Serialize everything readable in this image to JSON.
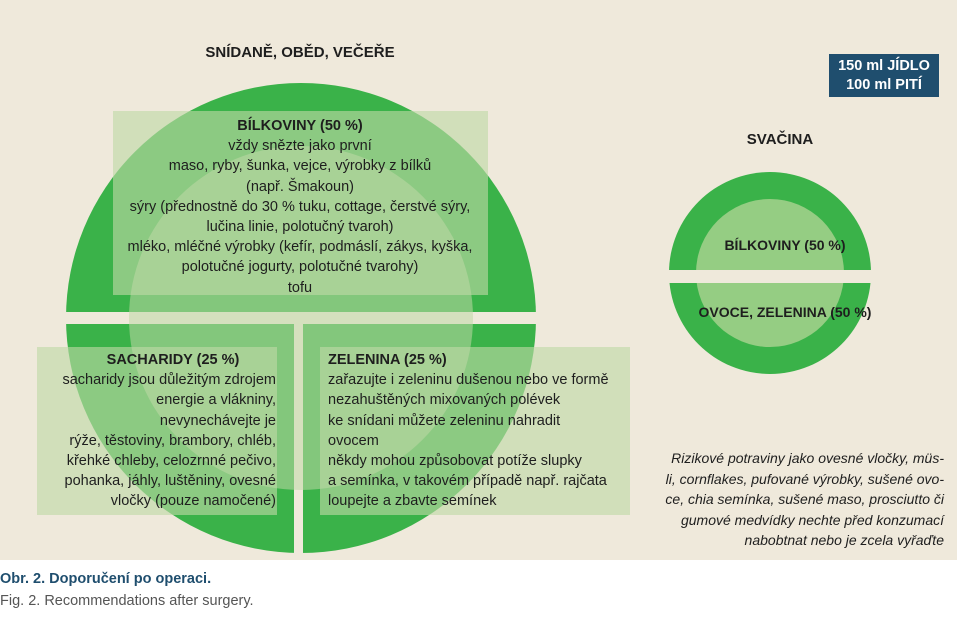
{
  "colors": {
    "panel": "#efe9db",
    "plate_green": "#3ab249",
    "inner_green": "#bfd9a6",
    "snack_inner": "#95cd83",
    "box_navy": "#1f4e6e"
  },
  "main_plate": {
    "title": "SNÍDANĚ, OBĚD, VEČEŘE",
    "protein": {
      "heading": "BÍLKOVINY (50 %)",
      "lines": [
        "vždy snězte jako první",
        "maso, ryby, šunka, vejce, výrobky z bílků",
        "(např. Šmakoun)",
        "sýry (přednostně do 30 % tuku, cottage, čerstvé sýry,",
        "lučina linie, polotučný tvaroh)",
        "mléko, mléčné výrobky (kefír, podmáslí, zákys, kyška,",
        "polotučné jogurty, polotučné tvarohy)",
        "tofu"
      ]
    },
    "carbs": {
      "heading": "SACHARIDY (25 %)",
      "lines": [
        "sacharidy jsou důležitým zdrojem",
        "energie a vlákniny,",
        "nevynechávejte je",
        "rýže, těstoviny, brambory, chléb,",
        "křehké chleby, celozrnné pečivo,",
        "pohanka, jáhly, luštěniny, ovesné",
        "vločky (pouze namočené)"
      ]
    },
    "vegetables": {
      "heading": "ZELENINA (25 %)",
      "lines": [
        "zařazujte i zeleninu dušenou nebo ve formě",
        "nezahuštěných mixovaných polévek",
        "ke snídani můžete zeleninu nahradit",
        "ovocem",
        "někdy mohou způsobovat potíže slupky",
        "a semínka, v takovém případě např. rajčata",
        "loupejte a zbavte semínek"
      ]
    }
  },
  "volume_box": {
    "line1": "150 ml JÍDLO",
    "line2": "100 ml PITÍ"
  },
  "snack_plate": {
    "title": "SVAČINA",
    "top_label": "BÍLKOVINY (50 %)",
    "bottom_label": "OVOCE, ZELENINA (50 %)"
  },
  "note": {
    "lines": [
      "Rizikové potraviny jako ovesné vločky, müs-",
      "li, cornflakes, pufované výrobky, sušené ovo-",
      "ce, chia semínka, sušené maso, prosciutto či",
      "gumové medvídky nechte před konzumací",
      "nabobtnat nebo je zcela vyřaďte"
    ]
  },
  "caption": {
    "line1": "Obr. 2. Doporučení po operaci.",
    "line2": "Fig. 2. Recommendations after surgery."
  }
}
